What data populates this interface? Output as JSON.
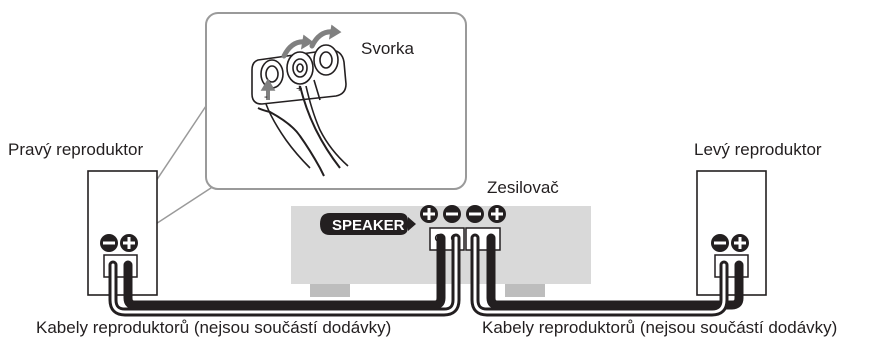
{
  "labels": {
    "terminal_callout": "Svorka",
    "right_speaker": "Pravý reproduktor",
    "left_speaker": "Levý reproduktor",
    "amplifier": "Zesilovač",
    "speaker_badge": "SPEAKER",
    "plus_mark": "+",
    "minus_mark": "-",
    "cable_left": "Kabely reproduktorů (nejsou součástí dodávky)",
    "cable_right": "Kabely reproduktorů (nejsou součástí dodávky)"
  },
  "colors": {
    "line": "#231f20",
    "amp_body": "#d9d9d9",
    "amp_base": "#bdbdbd",
    "callout_border": "#9a9a9a",
    "cable_inner": "#ffffff"
  }
}
